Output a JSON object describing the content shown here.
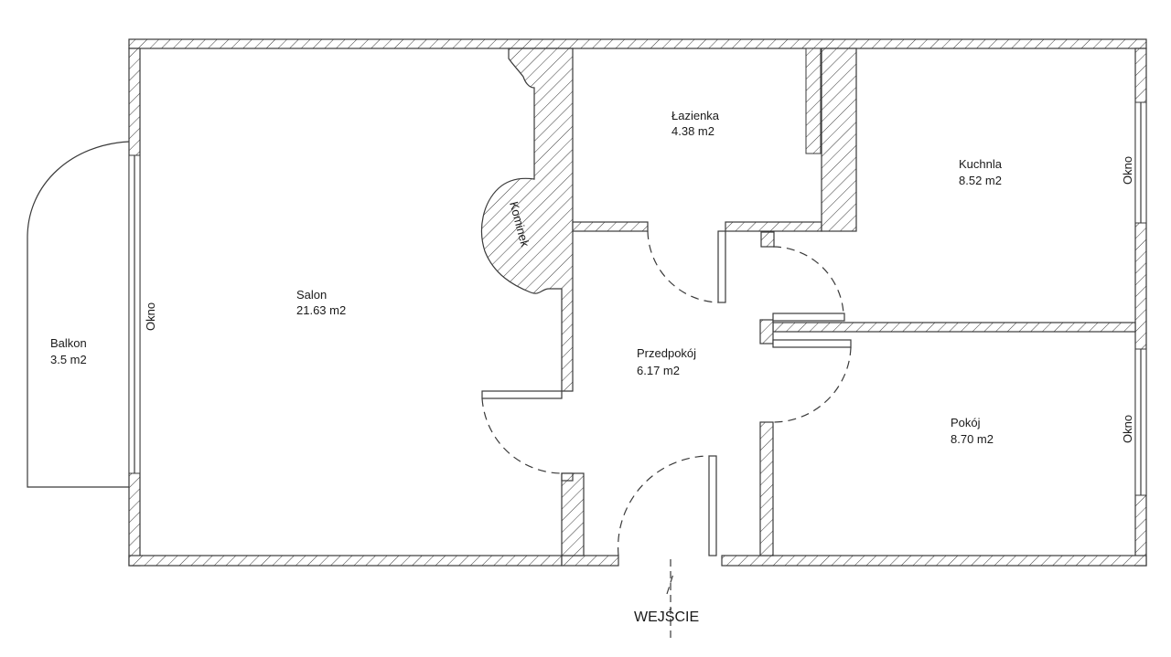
{
  "rooms": {
    "salon": {
      "name": "Salon",
      "area": "21.63 m2"
    },
    "balkon": {
      "name": "Balkon",
      "area": "3.5 m2"
    },
    "lazienka": {
      "name": "Łazienka",
      "area": "4.38 m2"
    },
    "kuchnia": {
      "name": "Kuchnla",
      "area": "8.52 m2"
    },
    "przedpokoj": {
      "name": "Przedpokój",
      "area": "6.17 m2"
    },
    "pokoj": {
      "name": "Pokój",
      "area": "8.70 m2"
    }
  },
  "labels": {
    "window": "Okno",
    "fireplace": "Kominek",
    "entrance": "WEJŚCIE"
  }
}
